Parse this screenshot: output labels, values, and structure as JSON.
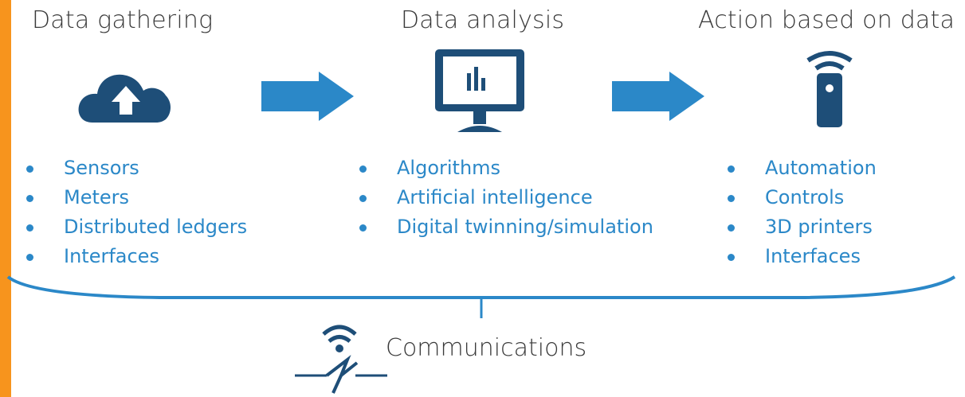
{
  "stages": [
    {
      "title": "Data gathering",
      "icon": "cloud-upload-icon",
      "items": [
        "Sensors",
        "Meters",
        "Distributed ledgers",
        "Interfaces"
      ]
    },
    {
      "title": "Data analysis",
      "icon": "monitor-chart-icon",
      "items": [
        "Algorithms",
        "Artificial intelligence",
        "Digital twinning/simulation"
      ]
    },
    {
      "title": "Action based on data",
      "icon": "remote-control-icon",
      "items": [
        "Automation",
        "Controls",
        "3D printers",
        "Interfaces"
      ]
    }
  ],
  "communications": {
    "label": "Communications",
    "icon": "wireless-signal-icon"
  },
  "colors": {
    "accent_orange": "#f7941d",
    "icon_navy": "#1e4e78",
    "arrow_blue": "#2b88c8",
    "text_blue": "#2b88c8",
    "title_gray": "#3a3a3a"
  }
}
